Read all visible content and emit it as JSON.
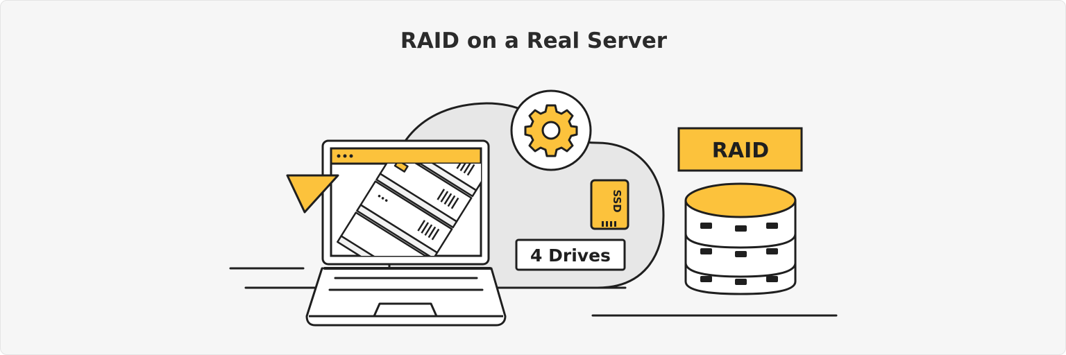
{
  "title": "RAID on a Real Server",
  "labels": {
    "raid": "RAID",
    "drives": "4 Drives",
    "ssd": "SSD"
  },
  "colors": {
    "background": "#f6f6f6",
    "accent": "#fcc23c",
    "stroke": "#1f1f1f",
    "cloud": "#e7e7e7",
    "white": "#ffffff"
  },
  "icons": [
    "gear-icon",
    "cursor-icon",
    "ssd-icon",
    "database-icon",
    "laptop-icon",
    "server-rack-icon",
    "cloud-shape"
  ]
}
